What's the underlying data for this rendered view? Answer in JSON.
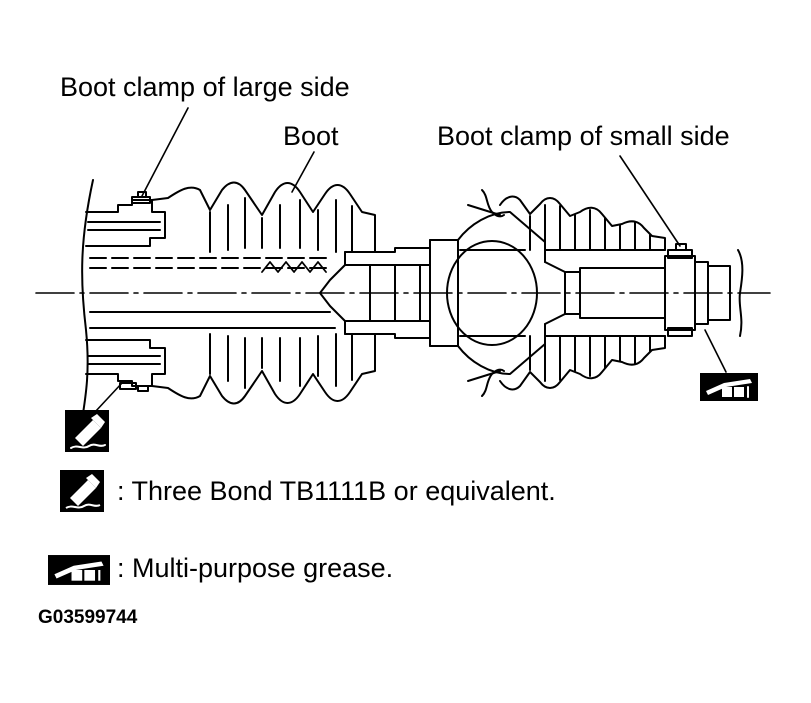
{
  "labels": {
    "boot_clamp_large": "Boot clamp of large side",
    "boot": "Boot",
    "boot_clamp_small": "Boot clamp of small side"
  },
  "legend": [
    {
      "icon": "sealant-tube-icon",
      "text": ": Three Bond TB1111B or equivalent."
    },
    {
      "icon": "grease-gun-icon",
      "text": ": Multi-purpose grease."
    }
  ],
  "figure_code": "G03599744",
  "colors": {
    "ink": "#000000",
    "paper": "#ffffff"
  }
}
